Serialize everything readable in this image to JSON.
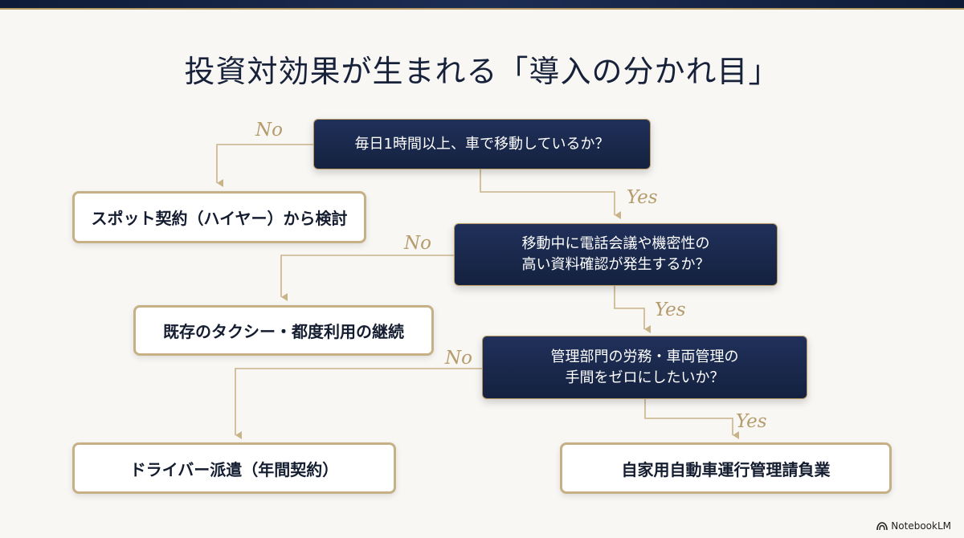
{
  "title": "投資対効果が生まれる「導入の分かれ目」",
  "questions": [
    {
      "lines": [
        "毎日1時間以上、車で移動しているか？"
      ]
    },
    {
      "lines": [
        "移動中に電話会議や機密性の",
        "高い資料確認が発生するか？"
      ]
    },
    {
      "lines": [
        "管理部門の労務・車両管理の",
        "手間をゼロにしたいか？"
      ]
    }
  ],
  "outcomes": [
    "スポット契約（ハイヤー）から検討",
    "既存のタクシー・都度利用の継続",
    "ドライバー派遣（年間契約）",
    "自家用自動車運行管理請負業"
  ],
  "labels": {
    "no": "No",
    "yes": "Yes"
  },
  "brand": "NotebookLM",
  "colors": {
    "navy": "#17213a",
    "gold": "#b79a62"
  }
}
